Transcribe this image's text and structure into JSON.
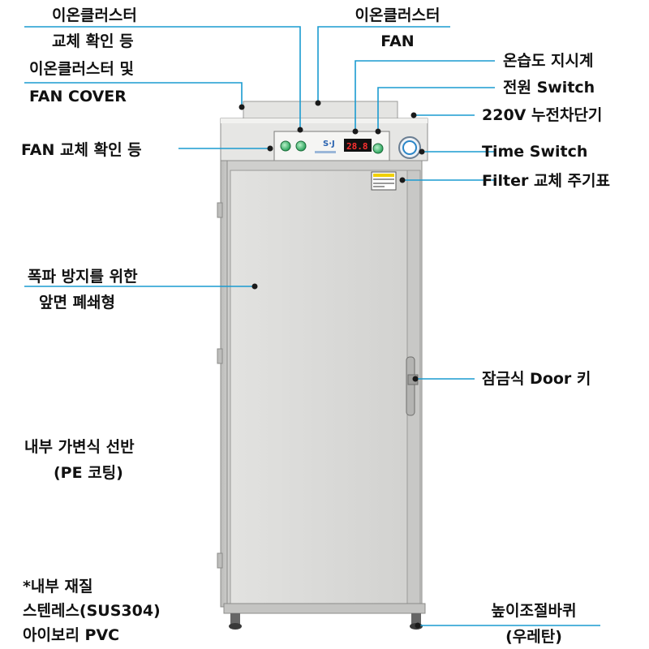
{
  "labels": {
    "ion_lamp": [
      "이온클러스터",
      "교체 확인 등"
    ],
    "ion_fan": [
      "이온클러스터",
      "FAN"
    ],
    "ion_fan_cover": [
      "이온클러스터 및",
      "FAN COVER"
    ],
    "fan_lamp": "FAN 교체 확인 등",
    "hygrometer": "온습도 지시계",
    "power_switch": "전원 Switch",
    "breaker": "220V 누전차단기",
    "time_switch": "Time Switch",
    "filter_label": "Filter 교체 주기표",
    "explosion_door": [
      "폭파 방지를 위한",
      "앞면 폐쇄형"
    ],
    "door_key": "잠금식 Door 키",
    "shelf": [
      "내부 가변식 선반",
      "(PE 코팅)"
    ],
    "material": [
      "*내부 재질",
      "스텐레스(SUS304)",
      "아이보리 PVC"
    ],
    "casters": [
      "높이조절바퀴",
      "(우레탄)"
    ]
  },
  "panel": {
    "brand": "S·J",
    "display": "28.8"
  },
  "colors": {
    "leader_line": "#1a9bd0",
    "cabinet_body": "#d9d9d7",
    "panel_bg": "#eeeeec",
    "display_red": "#ff3030"
  }
}
